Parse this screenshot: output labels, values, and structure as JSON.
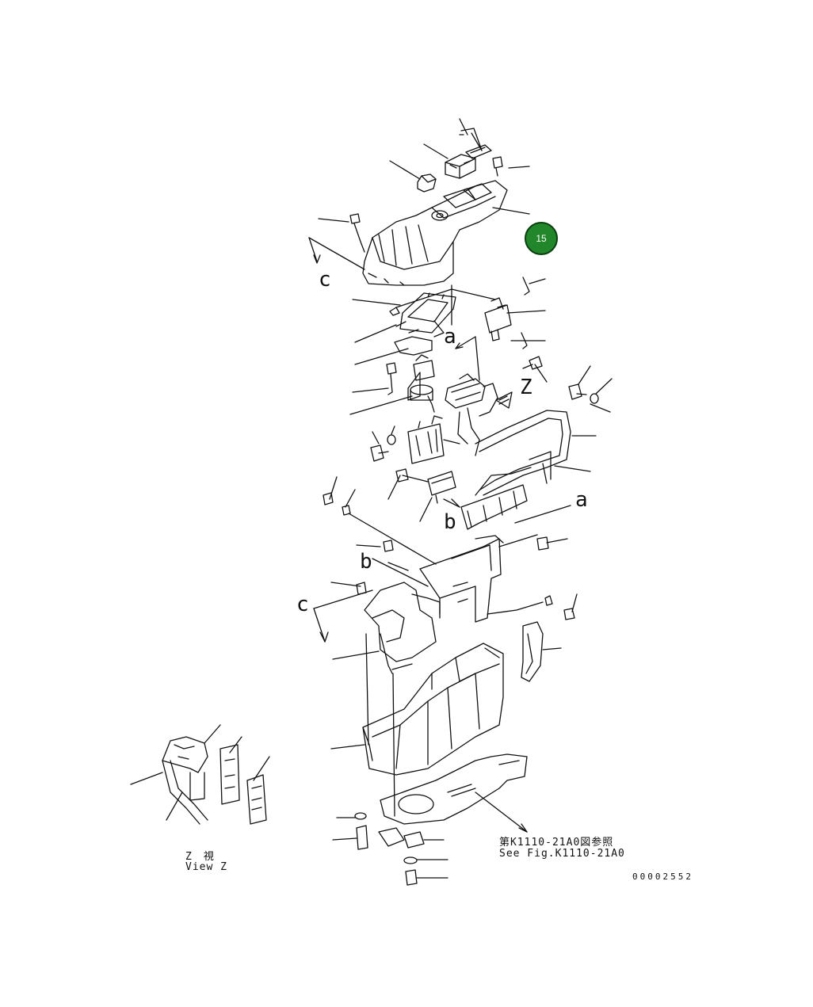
{
  "callout_badge": {
    "label": "15",
    "color": "#22862a"
  },
  "view_labels": {
    "c_upper": "c",
    "c_lower": "c",
    "a_upper": "a",
    "a_right": "a",
    "z_view_arrow": "Z",
    "b_middle": "b",
    "b_lower": "b"
  },
  "view_z_caption": {
    "japanese": "Z　視",
    "english": "View Z"
  },
  "reference_note": {
    "japanese": "第K1110-21A0図参照",
    "english": "See Fig.K1110-21A0"
  },
  "drawing_number": "00002552"
}
